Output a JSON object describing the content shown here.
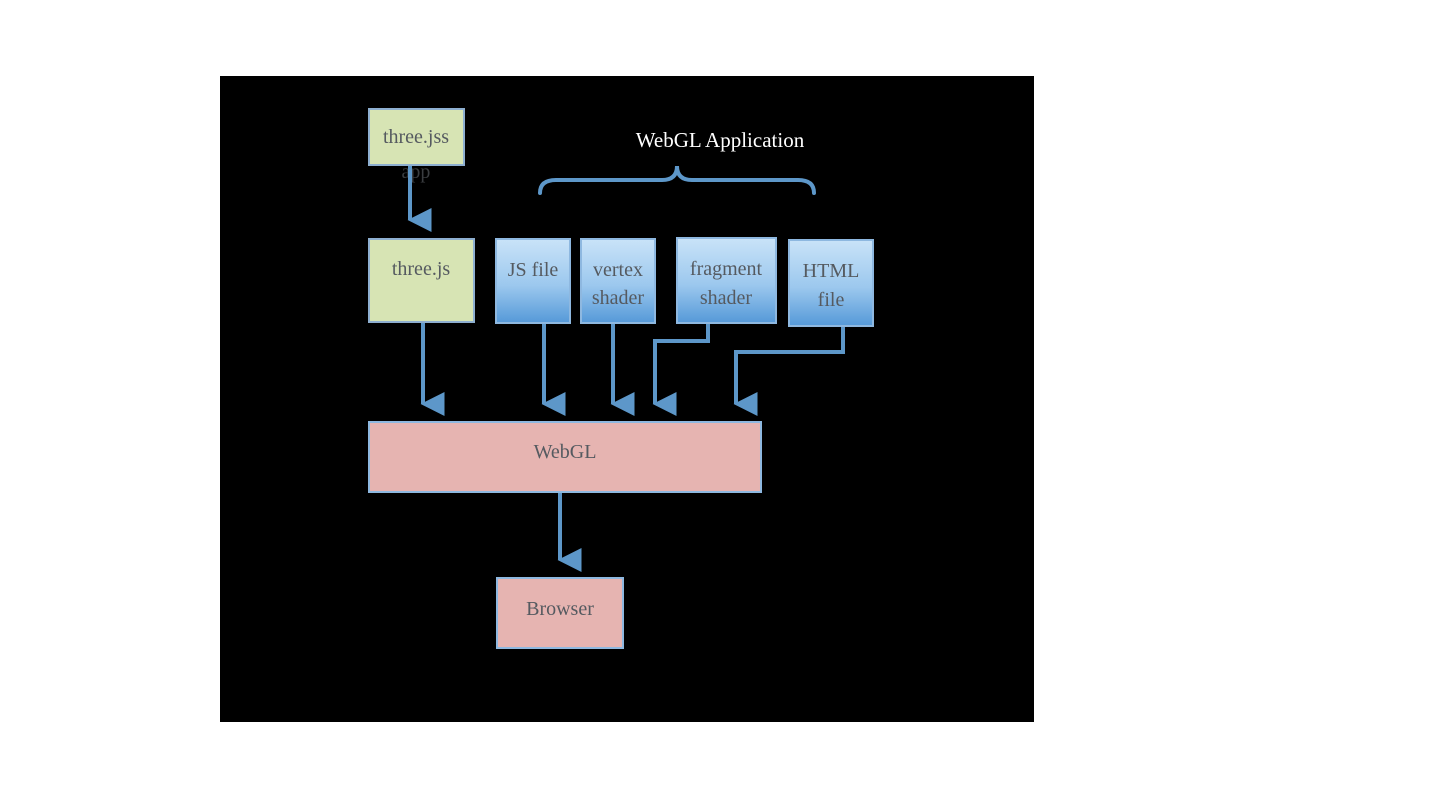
{
  "title": "WebGL Application",
  "nodes": {
    "threejs_app": {
      "line1": "three.jss",
      "line2": "app"
    },
    "threejs": {
      "line1": "three.js"
    },
    "js_file": {
      "line1": "JS file"
    },
    "vertex_shader": {
      "line1": "vertex",
      "line2": "shader"
    },
    "fragment_shader": {
      "line1": "fragment",
      "line2": "shader"
    },
    "html_file": {
      "line1": "HTML",
      "line2": "file"
    },
    "webgl": {
      "line1": "WebGL"
    },
    "browser": {
      "line1": "Browser"
    }
  },
  "colors": {
    "background": "#000000",
    "green_box": "#d7e4b4",
    "blue_box_top": "#c7e2f8",
    "blue_box_bottom": "#5aa0dc",
    "pink_box": "#e6b4b1",
    "arrow": "#5d97c9",
    "title": "#ffffff"
  }
}
